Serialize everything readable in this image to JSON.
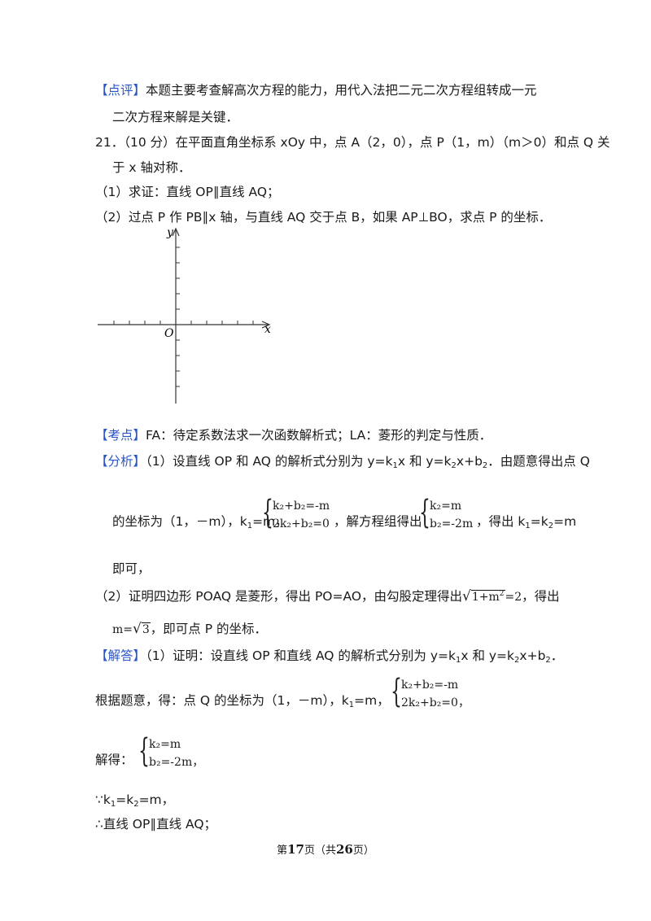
{
  "comment_block": {
    "tag": "【点评】",
    "line1": "本题主要考查解高次方程的能力，用代入法把二元二次方程组转成一元",
    "line2": "二次方程来解是关键．"
  },
  "problem": {
    "line1": "21．（10 分）在平面直角坐标系 xOy 中，点 A（2，0），点 P（1，m）（m＞0）和点 Q 关",
    "line2": "于 x 轴对称．",
    "part1": "（1）求证：直线 OP∥直线 AQ；",
    "part2": "（2）过点 P 作 PB∥x 轴，与直线 AQ 交于点 B，如果 AP⊥BO，求点 P 的坐标．"
  },
  "figure": {
    "label_y": "y",
    "label_x": "x",
    "label_o": "O"
  },
  "kaodian": {
    "tag": "【考点】",
    "text": "FA：待定系数法求一次函数解析式；LA：菱形的判定与性质．"
  },
  "fenxi": {
    "tag": "【分析】",
    "line1_a": "（1）设直线 OP 和 AQ 的解析式分别为 y=k",
    "line1_b": "x 和  y=k",
    "line1_c": "x+b",
    "line1_d": "．由题意得出点 Q",
    "line2_a": "的坐标为（1，－m），k",
    "line2_b": "=m，",
    "sys1_r1": "k₂+b₂=-m",
    "sys1_r2": "2k₂+b₂=0",
    "line2_c": "，解方程组得出",
    "sys2_r1": "k₂=m",
    "sys2_r2": "b₂=-2m",
    "line2_d": "，得出 k",
    "line2_e": "=k",
    "line2_f": "=m",
    "line3": "即可，",
    "line4_a": "（2）证明四边形 POAQ 是菱形，得出 PO=AO，由勾股定理得出",
    "sqrt1": "1+m",
    "line4_eq": "=2",
    "line4_b": "，得出",
    "line5_m": "m=",
    "sqrt2": "3",
    "line5_b": "，即可点 P 的坐标．"
  },
  "jieda": {
    "tag": "【解答】",
    "line1_a": "（1）证明：设直线 OP 和直线 AQ 的解析式分别为 y=k",
    "line1_b": "x 和  y=k",
    "line1_c": "x+b",
    "line1_d": "．",
    "line2_a": "根据题意，得：点 Q 的坐标为（1，－m），k",
    "line2_b": "=m，",
    "sys3_r1": "k₂+b₂=-m",
    "sys3_r2": "2k₂+b₂=0",
    "sys3_tail": "，",
    "line3_a": "解得：",
    "sys4_r1": "k₂=m",
    "sys4_r2": "b₂=-2m",
    "sys4_tail": "，",
    "line4": "∵k",
    "line4_b": "=k",
    "line4_c": "=m，",
    "line5": "∴直线 OP∥直线 AQ；"
  },
  "sub": {
    "one": "1",
    "two": "2",
    "sq": "2"
  },
  "footer": {
    "pre": "第",
    "page": "17",
    "mid": "页（共",
    "total": "26",
    "post": "页）"
  }
}
